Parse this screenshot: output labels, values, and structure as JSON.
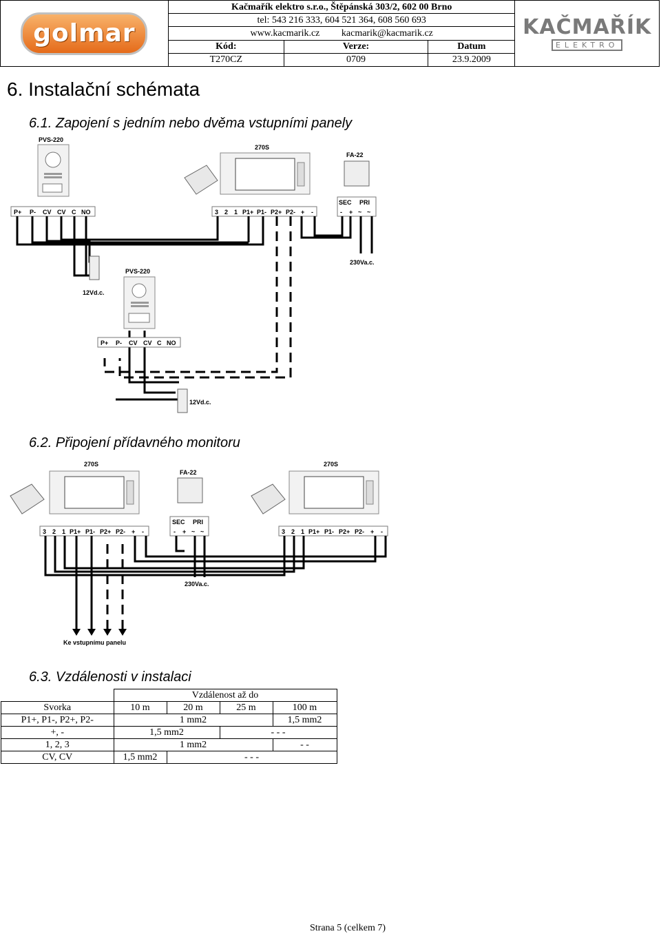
{
  "header": {
    "logo_left": "golmar",
    "company_line1": "Kačmařík elektro s.r.o., Štěpánská 303/2, 602 00  Brno",
    "company_line2": "tel: 543 216 333, 604 521 364, 608 560 693",
    "company_web": "www.kacmarik.cz",
    "company_email": "kacmarik@kacmarik.cz",
    "label_code": "Kód:",
    "label_version": "Verze:",
    "label_date": "Datum",
    "code": "T270CZ",
    "version": "0709",
    "date": "23.9.2009",
    "logo_right_big": "KAČMAŘÍK",
    "logo_right_small": "ELEKTRO"
  },
  "section_title": "6. Instalační schémata",
  "s61": {
    "title": "6.1. Zapojení s jedním nebo dvěma vstupními panely",
    "panel1": "PVS-220",
    "panel2": "PVS-220",
    "monitor": "270S",
    "psu": "FA-22",
    "sec": "SEC",
    "pri": "PRI",
    "panel_terms": [
      "P+",
      "P-",
      "CV",
      "CV",
      "C",
      "NO"
    ],
    "monitor_terms": [
      "3",
      "2",
      "1",
      "P1+",
      "P1-",
      "P2+",
      "P2-",
      "+",
      "-"
    ],
    "psu_terms": [
      "-",
      "+",
      "~",
      "~"
    ],
    "lock1": "12Vd.c.",
    "lock2": "12Vd.c.",
    "mains": "230Va.c."
  },
  "s62": {
    "title": "6.2. Připojení přídavného monitoru",
    "monitor1": "270S",
    "monitor2": "270S",
    "psu": "FA-22",
    "sec": "SEC",
    "pri": "PRI",
    "mains": "230Va.c.",
    "to_panel": "Ke vstupnímu panelu"
  },
  "s63": {
    "title": "6.3. Vzdálenosti v instalaci",
    "top_header": "Vzdálenost až do",
    "columns": [
      "Svorka",
      "10 m",
      "20 m",
      "25 m",
      "100 m"
    ],
    "rows": [
      {
        "terminal": "P1+, P1-, P2+, P2-",
        "a": "1 mm2",
        "b": "1,5 mm2"
      },
      {
        "terminal": "+, -",
        "a": "1,5 mm2",
        "b": "- - -"
      },
      {
        "terminal": "1, 2, 3",
        "a": "1 mm2",
        "b": "- -"
      },
      {
        "terminal": "CV, CV",
        "a": "1,5 mm2",
        "b": "- - -"
      }
    ]
  },
  "footer": "Strana 5 (celkem 7)"
}
